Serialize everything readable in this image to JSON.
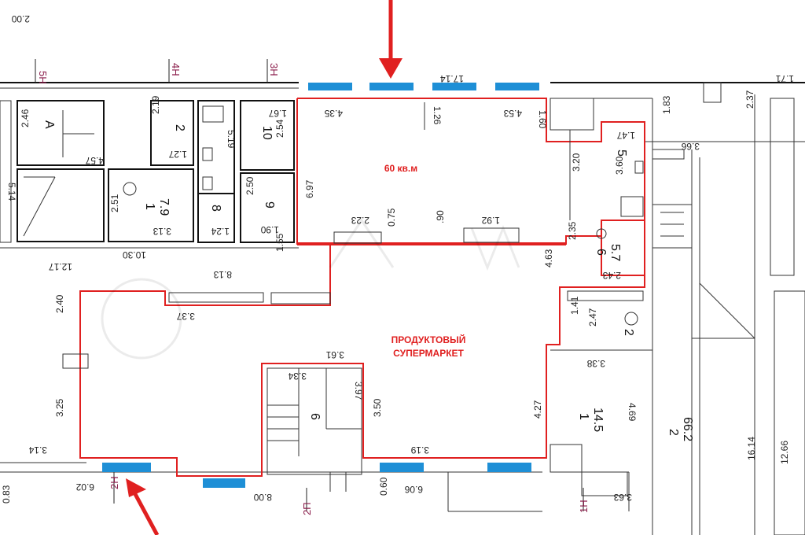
{
  "colors": {
    "accent_red": "#e02020",
    "window_blue": "#1e8fd6",
    "axis_label": "#8a1c4a",
    "line": "#222222"
  },
  "axes": {
    "a5n": "5Н",
    "a4n": "4Н",
    "a3n": "3Н",
    "a2n": "2Н",
    "a2p": "2П",
    "a1n": "1Н"
  },
  "labels": {
    "area_60": "60 кв.м",
    "shop_line1": "ПРОДУКТОВЫЙ",
    "shop_line2": "СУПЕРМАРКЕТ"
  },
  "rooms": {
    "A": "A",
    "r2_top": "2",
    "r10": "10",
    "r1": "1",
    "r1_area": "7.9",
    "r8": "8",
    "r9": "9",
    "r5": "5",
    "r6": "6",
    "r6_area": "5.7",
    "r2_right": "2",
    "r1_bottom": "1",
    "r1_bottom_area": "14.5",
    "r6_stair": "6",
    "r2_big": "2",
    "r2_big_area": "66.2"
  },
  "dims": {
    "d_2_00": "2.00",
    "d_17_14": "17.14",
    "d_1_71": "1.71",
    "d_2_46": "2.46",
    "d_4_57": "4.57",
    "d_5_14": "5.14",
    "d_2_19": "2.19",
    "d_1_27": "1.27",
    "d_5_19": "5.19",
    "d_1_67": "1.67",
    "d_2_54": "2.54",
    "d_4_35": "4.35",
    "d_1_26": "1.26",
    "d_4_53": "4.53",
    "d_1_60": "1.60",
    "d_1_47": "1.47",
    "d_1_83": "1.83",
    "d_2_37": "2.37",
    "d_3_66": "3.66",
    "d_2_51": "2.51",
    "d_3_13": "3.13",
    "d_1_24": "1.24",
    "d_2_50": "2.50",
    "d_1_90": "1.90",
    "d_6_97": "6.97",
    "d_2_23": "2.23",
    "d_0_75": "0.75",
    "d_90": ".90",
    "d_1_92": "1.92",
    "d_3_20": "3.20",
    "d_3_60": "3.60",
    "d_12_17": "12.17",
    "d_10_30": "10.30",
    "d_1_55": "1.55",
    "d_8_13": "8.13",
    "d_2_35": "2.35",
    "d_2_43": "2.43",
    "d_4_63": "4.63",
    "d_2_40": "2.40",
    "d_3_37": "3.37",
    "d_1_41": "1.41",
    "d_2_47": "2.47",
    "d_3_61": "3.61",
    "d_3_34": "3.34",
    "d_3_97": "3.97",
    "d_3_38": "3.38",
    "d_3_25": "3.25",
    "d_3_50": "3.50",
    "d_4_27": "4.27",
    "d_4_69": "4.69",
    "d_3_14": "3.14",
    "d_3_19": "3.19",
    "d_0_83": "0.83",
    "d_6_02": "6.02",
    "d_8_00": "8.00",
    "d_0_60": "0.60",
    "d_6_06": "6.06",
    "d_3_63": "3.63",
    "d_16_14": "16.14",
    "d_12_66": "12.66"
  }
}
